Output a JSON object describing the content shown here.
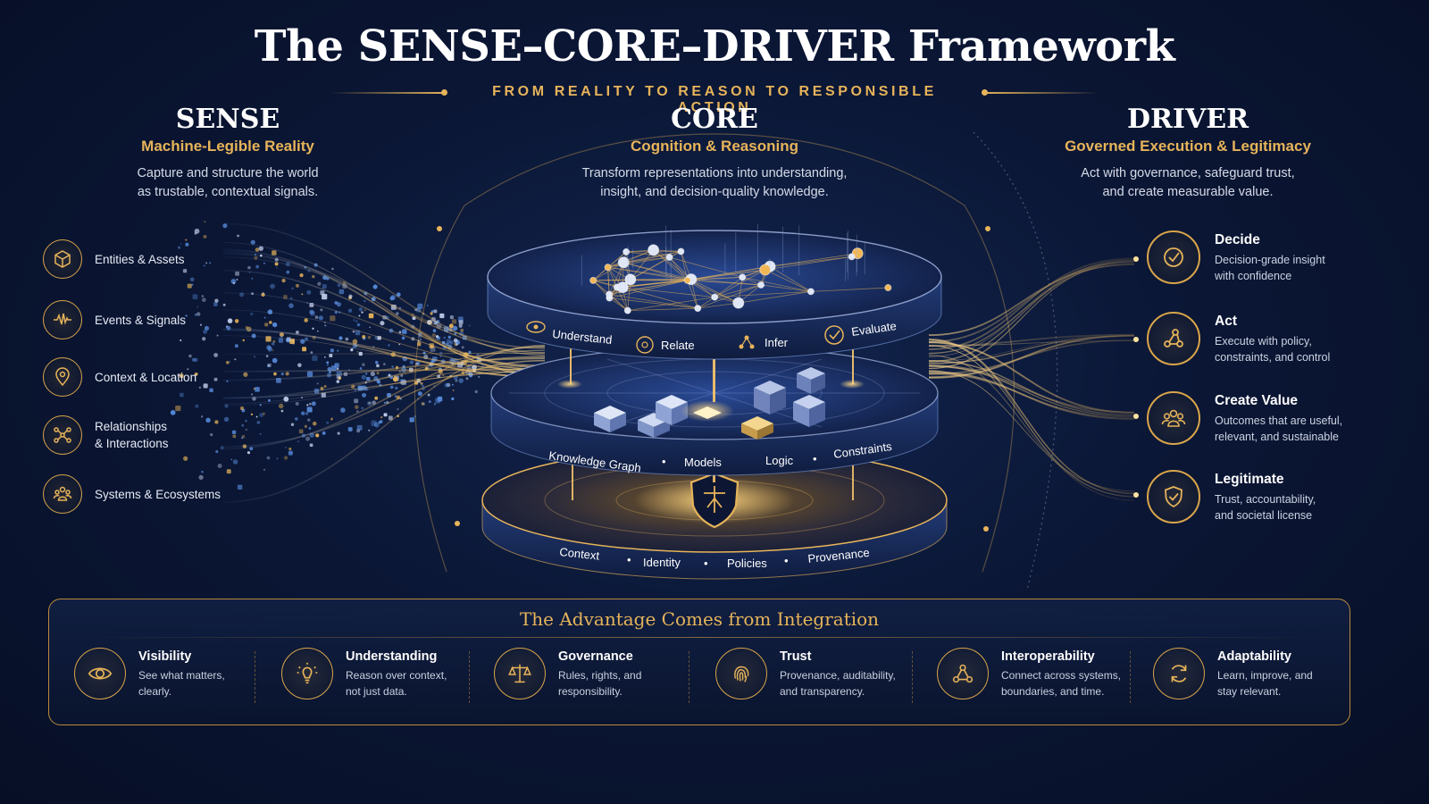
{
  "title": "The SENSE–CORE–DRIVER Framework",
  "subtitle": "FROM REALITY TO REASON TO RESPONSIBLE ACTION",
  "sense": {
    "heading": "SENSE",
    "subheading": "Machine-Legible Reality",
    "description_lines": [
      "Capture and structure the world",
      "as trustable, contextual signals."
    ],
    "items": [
      {
        "label_lines": [
          "Entities & Assets"
        ],
        "icon": "cube-icon"
      },
      {
        "label_lines": [
          "Events & Signals"
        ],
        "icon": "pulse-icon"
      },
      {
        "label_lines": [
          "Context & Location"
        ],
        "icon": "location-pin-icon"
      },
      {
        "label_lines": [
          "Relationships",
          "& Interactions"
        ],
        "icon": "network-icon"
      },
      {
        "label_lines": [
          "Systems & Ecosystems"
        ],
        "icon": "people-group-icon"
      }
    ]
  },
  "core": {
    "heading": "CORE",
    "subheading": "Cognition & Reasoning",
    "description_lines": [
      "Transform representations into understanding,",
      "insight, and decision-quality knowledge."
    ],
    "top_layer": [
      "Understand",
      "Relate",
      "Infer",
      "Evaluate"
    ],
    "middle_layer": [
      "Knowledge Graph",
      "Models",
      "Logic",
      "Constraints"
    ],
    "bottom_layer": [
      "Context",
      "Identity",
      "Policies",
      "Provenance"
    ]
  },
  "driver": {
    "heading": "DRIVER",
    "subheading": "Governed Execution & Legitimacy",
    "description_lines": [
      "Act with governance, safeguard trust,",
      "and create measurable value."
    ],
    "items": [
      {
        "title": "Decide",
        "desc_lines": [
          "Decision-grade insight",
          "with confidence"
        ],
        "icon": "check-circle-icon"
      },
      {
        "title": "Act",
        "desc_lines": [
          "Execute with policy,",
          "constraints, and control"
        ],
        "icon": "nodes-icon"
      },
      {
        "title": "Create Value",
        "desc_lines": [
          "Outcomes that are useful,",
          "relevant, and sustainable"
        ],
        "icon": "people-icon"
      },
      {
        "title": "Legitimate",
        "desc_lines": [
          "Trust, accountability,",
          "and societal license"
        ],
        "icon": "shield-check-icon"
      }
    ]
  },
  "advantage": {
    "title": "The Advantage Comes from Integration",
    "items": [
      {
        "title": "Visibility",
        "desc_lines": [
          "See what matters,",
          "clearly."
        ],
        "icon": "eye-icon"
      },
      {
        "title": "Understanding",
        "desc_lines": [
          "Reason over context,",
          "not just data."
        ],
        "icon": "lightbulb-icon"
      },
      {
        "title": "Governance",
        "desc_lines": [
          "Rules, rights, and",
          "responsibility."
        ],
        "icon": "scales-icon"
      },
      {
        "title": "Trust",
        "desc_lines": [
          "Provenance, auditability,",
          "and transparency."
        ],
        "icon": "fingerprint-icon"
      },
      {
        "title": "Interoperability",
        "desc_lines": [
          "Connect across systems,",
          "boundaries, and time."
        ],
        "icon": "connect-icon"
      },
      {
        "title": "Adaptability",
        "desc_lines": [
          "Learn, improve, and",
          "stay relevant."
        ],
        "icon": "refresh-icon"
      }
    ]
  },
  "colors": {
    "gold": "#e7b45a",
    "navy": "#0b1736",
    "blue_accent": "#5a8fe0"
  }
}
